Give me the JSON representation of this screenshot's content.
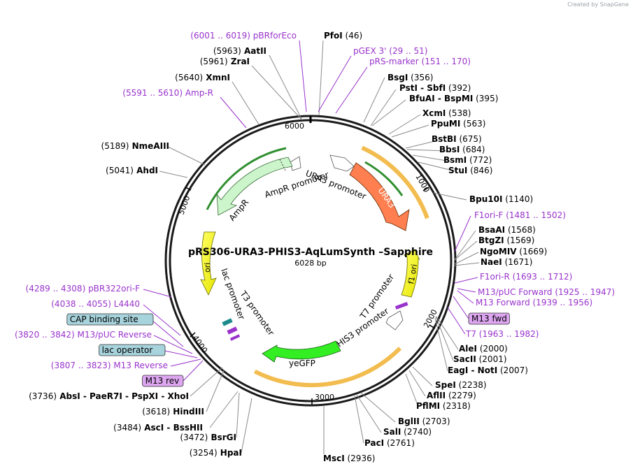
{
  "credit": "Created by SnapGene",
  "title": "pRS306-URA3-PHIS3-AqLumSynth –Sapphire",
  "size": "6028 bp",
  "ticks": [
    "1000",
    "2000",
    "3000",
    "4000",
    "5000",
    "6000"
  ],
  "right_sites": [
    {
      "parts": [
        {
          "t": "PfoI",
          "s": "enz"
        },
        {
          "t": " (46)",
          "s": "pos"
        }
      ]
    },
    {
      "parts": [
        {
          "t": "pGEX 3'",
          "s": "feat"
        },
        {
          "t": " (29 .. 51)",
          "s": "feat"
        }
      ]
    },
    {
      "parts": [
        {
          "t": "pRS-marker",
          "s": "feat"
        },
        {
          "t": " (151 .. 170)",
          "s": "feat"
        }
      ]
    },
    {
      "parts": [
        {
          "t": "BsgI",
          "s": "enz"
        },
        {
          "t": " (356)",
          "s": "pos"
        }
      ]
    },
    {
      "parts": [
        {
          "t": "PstI - SbfI",
          "s": "enz"
        },
        {
          "t": " (392)",
          "s": "pos"
        }
      ]
    },
    {
      "parts": [
        {
          "t": "BfuAI - BspMI",
          "s": "enz"
        },
        {
          "t": " (395)",
          "s": "pos"
        }
      ]
    },
    {
      "parts": [
        {
          "t": "XcmI",
          "s": "enz"
        },
        {
          "t": " (538)",
          "s": "pos"
        }
      ]
    },
    {
      "parts": [
        {
          "t": "PpuMI",
          "s": "enz"
        },
        {
          "t": " (563)",
          "s": "pos"
        }
      ]
    },
    {
      "parts": [
        {
          "t": "BstBI",
          "s": "enz"
        },
        {
          "t": " (675)",
          "s": "pos"
        }
      ]
    },
    {
      "parts": [
        {
          "t": "BbsI",
          "s": "enz"
        },
        {
          "t": " (684)",
          "s": "pos"
        }
      ]
    },
    {
      "parts": [
        {
          "t": "BsmI",
          "s": "enz"
        },
        {
          "t": " (772)",
          "s": "pos"
        }
      ]
    },
    {
      "parts": [
        {
          "t": "StuI",
          "s": "enz"
        },
        {
          "t": " (846)",
          "s": "pos"
        }
      ]
    },
    {
      "parts": [
        {
          "t": "Bpu10I",
          "s": "enz"
        },
        {
          "t": " (1140)",
          "s": "pos"
        }
      ]
    },
    {
      "parts": [
        {
          "t": "F1ori-F",
          "s": "feat"
        },
        {
          "t": " (1481 .. 1502)",
          "s": "feat"
        }
      ]
    },
    {
      "parts": [
        {
          "t": "BsaAI",
          "s": "enz"
        },
        {
          "t": " (1568)",
          "s": "pos"
        }
      ]
    },
    {
      "parts": [
        {
          "t": "BtgZI",
          "s": "enz"
        },
        {
          "t": " (1569)",
          "s": "pos"
        }
      ]
    },
    {
      "parts": [
        {
          "t": "NgoMIV",
          "s": "enz"
        },
        {
          "t": " (1669)",
          "s": "pos"
        }
      ]
    },
    {
      "parts": [
        {
          "t": "NaeI",
          "s": "enz"
        },
        {
          "t": " (1671)",
          "s": "pos"
        }
      ]
    },
    {
      "parts": [
        {
          "t": "F1ori-R",
          "s": "feat"
        },
        {
          "t": " (1693 .. 1712)",
          "s": "feat"
        }
      ]
    },
    {
      "parts": [
        {
          "t": "M13/pUC Forward",
          "s": "feat"
        },
        {
          "t": " (1925 .. 1947)",
          "s": "feat"
        }
      ]
    },
    {
      "parts": [
        {
          "t": "M13 Forward",
          "s": "feat"
        },
        {
          "t": " (1939 .. 1956)",
          "s": "feat"
        }
      ]
    },
    {
      "parts": [
        {
          "t": "M13 fwd",
          "s": "boxp"
        }
      ]
    },
    {
      "parts": [
        {
          "t": "T7",
          "s": "feat"
        },
        {
          "t": " (1963 .. 1982)",
          "s": "feat"
        }
      ]
    },
    {
      "parts": [
        {
          "t": "AleI",
          "s": "enz"
        },
        {
          "t": " (2000)",
          "s": "pos"
        }
      ]
    },
    {
      "parts": [
        {
          "t": "SacII",
          "s": "enz"
        },
        {
          "t": " (2001)",
          "s": "pos"
        }
      ]
    },
    {
      "parts": [
        {
          "t": "EagI - NotI",
          "s": "enz"
        },
        {
          "t": " (2007)",
          "s": "pos"
        }
      ]
    },
    {
      "parts": [
        {
          "t": "SpeI",
          "s": "enz"
        },
        {
          "t": " (2238)",
          "s": "pos"
        }
      ]
    },
    {
      "parts": [
        {
          "t": "AflII",
          "s": "enz"
        },
        {
          "t": " (2279)",
          "s": "pos"
        }
      ]
    },
    {
      "parts": [
        {
          "t": "PflMI",
          "s": "enz"
        },
        {
          "t": " (2318)",
          "s": "pos"
        }
      ]
    },
    {
      "parts": [
        {
          "t": "BglII",
          "s": "enz"
        },
        {
          "t": " (2703)",
          "s": "pos"
        }
      ]
    },
    {
      "parts": [
        {
          "t": "SalI",
          "s": "enz"
        },
        {
          "t": " (2740)",
          "s": "pos"
        }
      ]
    },
    {
      "parts": [
        {
          "t": "PacI",
          "s": "enz"
        },
        {
          "t": " (2761)",
          "s": "pos"
        }
      ]
    },
    {
      "parts": [
        {
          "t": "MscI",
          "s": "enz"
        },
        {
          "t": " (2936)",
          "s": "pos"
        }
      ]
    }
  ],
  "left_sites": [
    {
      "parts": [
        {
          "t": "(6001 .. 6019)",
          "s": "feat"
        },
        {
          "t": " pBRforEco",
          "s": "feat"
        }
      ]
    },
    {
      "parts": [
        {
          "t": "(5963)",
          "s": "pos"
        },
        {
          "t": " AatII",
          "s": "enz"
        }
      ]
    },
    {
      "parts": [
        {
          "t": "(5961)",
          "s": "pos"
        },
        {
          "t": " ZraI",
          "s": "enz"
        }
      ]
    },
    {
      "parts": [
        {
          "t": "(5640)",
          "s": "pos"
        },
        {
          "t": " XmnI",
          "s": "enz"
        }
      ]
    },
    {
      "parts": [
        {
          "t": "(5591 .. 5610)",
          "s": "feat"
        },
        {
          "t": " Amp-R",
          "s": "feat"
        }
      ]
    },
    {
      "parts": [
        {
          "t": "(5189)",
          "s": "pos"
        },
        {
          "t": " NmeAIII",
          "s": "enz"
        }
      ]
    },
    {
      "parts": [
        {
          "t": "(5041)",
          "s": "pos"
        },
        {
          "t": " AhdI",
          "s": "enz"
        }
      ]
    },
    {
      "parts": [
        {
          "t": "(4289 .. 4308)",
          "s": "feat"
        },
        {
          "t": " pBR322ori-F",
          "s": "feat"
        }
      ]
    },
    {
      "parts": [
        {
          "t": "(4038 .. 4055)",
          "s": "feat"
        },
        {
          "t": " L4440",
          "s": "feat"
        }
      ]
    },
    {
      "parts": [
        {
          "t": "CAP binding site",
          "s": "boxb"
        }
      ]
    },
    {
      "parts": [
        {
          "t": "(3820 .. 3842)",
          "s": "feat"
        },
        {
          "t": " M13/pUC Reverse",
          "s": "feat"
        }
      ]
    },
    {
      "parts": [
        {
          "t": "lac operator",
          "s": "boxb"
        }
      ]
    },
    {
      "parts": [
        {
          "t": "(3807 .. 3823)",
          "s": "feat"
        },
        {
          "t": " M13 Reverse",
          "s": "feat"
        }
      ]
    },
    {
      "parts": [
        {
          "t": "M13 rev",
          "s": "boxp"
        }
      ]
    },
    {
      "parts": [
        {
          "t": "(3736)",
          "s": "pos"
        },
        {
          "t": " AbsI - PaeR7I - PspXI - XhoI",
          "s": "enz"
        }
      ]
    },
    {
      "parts": [
        {
          "t": "(3618)",
          "s": "pos"
        },
        {
          "t": " HindIII",
          "s": "enz"
        }
      ]
    },
    {
      "parts": [
        {
          "t": "(3484)",
          "s": "pos"
        },
        {
          "t": " AscI - BssHII",
          "s": "enz"
        }
      ]
    },
    {
      "parts": [
        {
          "t": "(3472)",
          "s": "pos"
        },
        {
          "t": " BsrGI",
          "s": "enz"
        }
      ]
    },
    {
      "parts": [
        {
          "t": "(3254)",
          "s": "pos"
        },
        {
          "t": " HpaI",
          "s": "enz"
        }
      ]
    }
  ],
  "features": [
    {
      "name": "URA3",
      "type": "cds",
      "color": "#ff7f50",
      "start": 230,
      "end": 1030
    },
    {
      "name": "URA3 promoter",
      "type": "promoter",
      "color": "#ffffff",
      "start": 20,
      "end": 230
    },
    {
      "name": "f1 ori",
      "type": "origin",
      "color": "#ffff00",
      "start": 1230,
      "end": 1690
    },
    {
      "name": "T7 promoter",
      "type": "promoter",
      "color": "#ffffff",
      "start": 1963,
      "end": 1982
    },
    {
      "name": "HIS3 promoter",
      "type": "promoter",
      "color": "#ffffff",
      "start": 2000,
      "end": 2240
    },
    {
      "name": "yeGFP",
      "type": "cds",
      "color": "#33ee22",
      "start": 2950,
      "end": 3460
    },
    {
      "name": "T3 promoter",
      "type": "promoter",
      "color": "#ffffff",
      "start": 3630,
      "end": 3650
    },
    {
      "name": "lac promoter",
      "type": "promoter",
      "color": "#ffffff",
      "start": 3700,
      "end": 3740
    },
    {
      "name": "ori",
      "type": "origin",
      "color": "#ffff00",
      "start": 4020,
      "end": 4600
    },
    {
      "name": "AmpR",
      "type": "cds",
      "color": "#ccf5cc",
      "start": 4770,
      "end": 5640
    },
    {
      "name": "AmpR promoter",
      "type": "promoter",
      "color": "#ffffff",
      "start": 5640,
      "end": 5750
    }
  ],
  "colors": {
    "feature_text": "#9933cc",
    "box_purple": "#dda6f0",
    "box_blue": "#a7d3dc",
    "arc_outline": "#1a1a1a"
  }
}
